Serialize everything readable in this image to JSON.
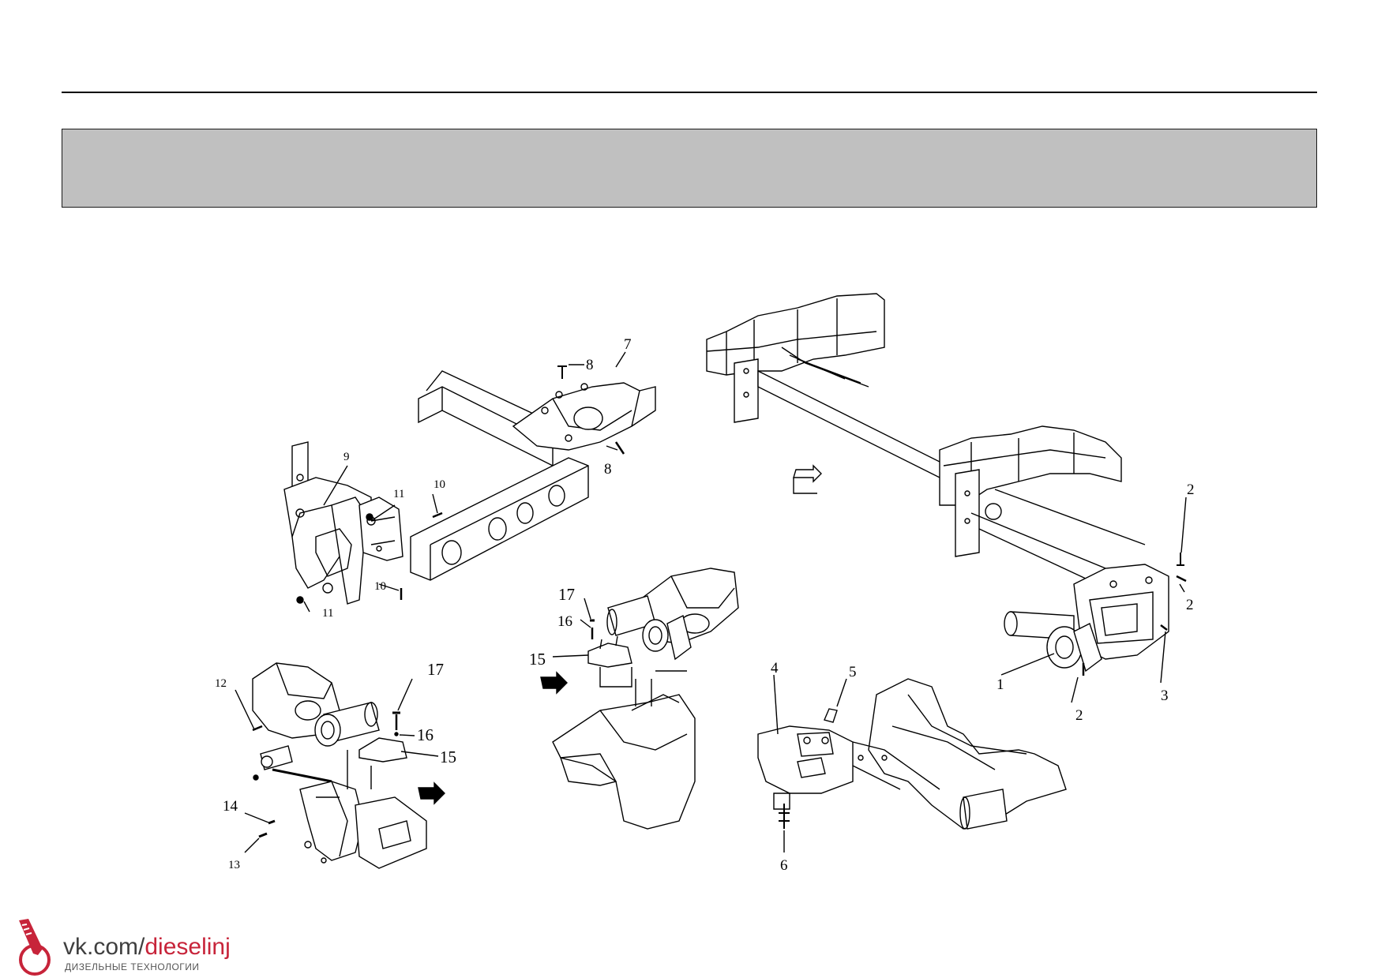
{
  "header": {
    "title": ""
  },
  "callouts": {
    "c1": "1",
    "c2a": "2",
    "c2b": "2",
    "c2c": "2",
    "c3": "3",
    "c4": "4",
    "c5": "5",
    "c6": "6",
    "c7": "7",
    "c8a": "8",
    "c8b": "8",
    "c9": "9",
    "c10a": "10",
    "c10b": "10",
    "c11a": "11",
    "c11b": "11",
    "c12": "12",
    "c13": "13",
    "c14": "14",
    "c15a": "15",
    "c15b": "15",
    "c16a": "16",
    "c16b": "16",
    "c17a": "17",
    "c17b": "17"
  },
  "footer": {
    "logo_prefix": "vk.com/",
    "logo_accent": "dieselinj",
    "logo_sub": "ДИЗЕЛЬНЫЕ ТЕХНОЛОГИИ"
  },
  "colors": {
    "title_bar": "#c0c0c0",
    "logo_accent": "#c7243a",
    "logo_text": "#3f3f3f"
  },
  "icons": [
    "forward-arrow-icon",
    "dieselinj-logo-icon"
  ]
}
